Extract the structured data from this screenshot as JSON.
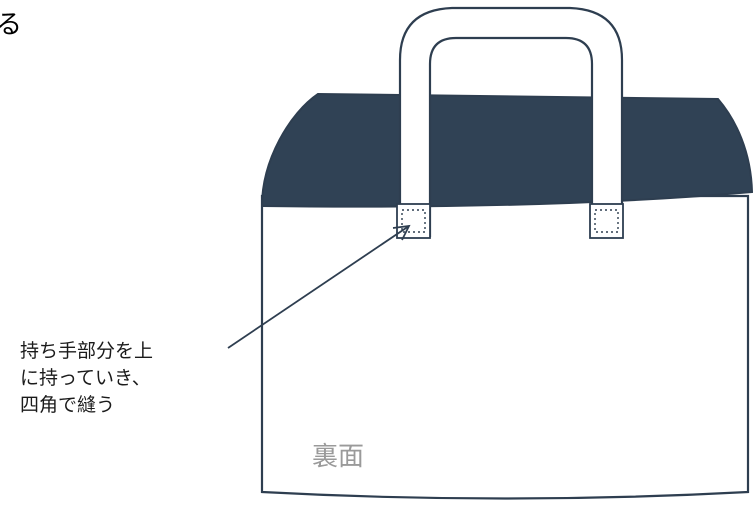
{
  "corner_glyph": "る",
  "instruction": {
    "line1": "持ち手部分を上",
    "line2": "に持っていき、",
    "line3": "四角で縫う"
  },
  "side_label": "裏面",
  "colors": {
    "lining": "#304255",
    "outline": "#2e3e50",
    "body_fill": "#ffffff",
    "label_gray": "#9a9a9a"
  }
}
